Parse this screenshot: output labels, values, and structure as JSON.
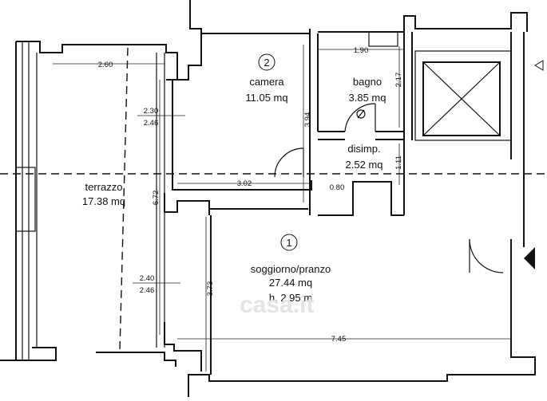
{
  "rooms": {
    "camera": {
      "number": "2",
      "name": "camera",
      "area": "11.05 mq"
    },
    "bagno": {
      "name": "bagno",
      "area": "3.85 mq"
    },
    "disimp": {
      "name": "disimp.",
      "area": "2.52 mq"
    },
    "terrazzo": {
      "name": "terrazzo",
      "area": "17.38 mq"
    },
    "soggiorno": {
      "number": "1",
      "name": "soggiorno/pranzo",
      "area": "27.44 mq",
      "height": "h. 2.95 m"
    }
  },
  "dimensions": {
    "d_260": "2.60",
    "d_190": "1.90",
    "d_230": "2.30",
    "d_246a": "2.46",
    "d_217": "2.17",
    "d_394": "3.94",
    "d_111": "1.11",
    "d_302": "3.02",
    "d_080": "0.80",
    "d_672": "6.72",
    "d_240": "2.40",
    "d_246b": "2.46",
    "d_373": "3.73",
    "d_745": "7.45"
  },
  "watermark": "casa.it"
}
